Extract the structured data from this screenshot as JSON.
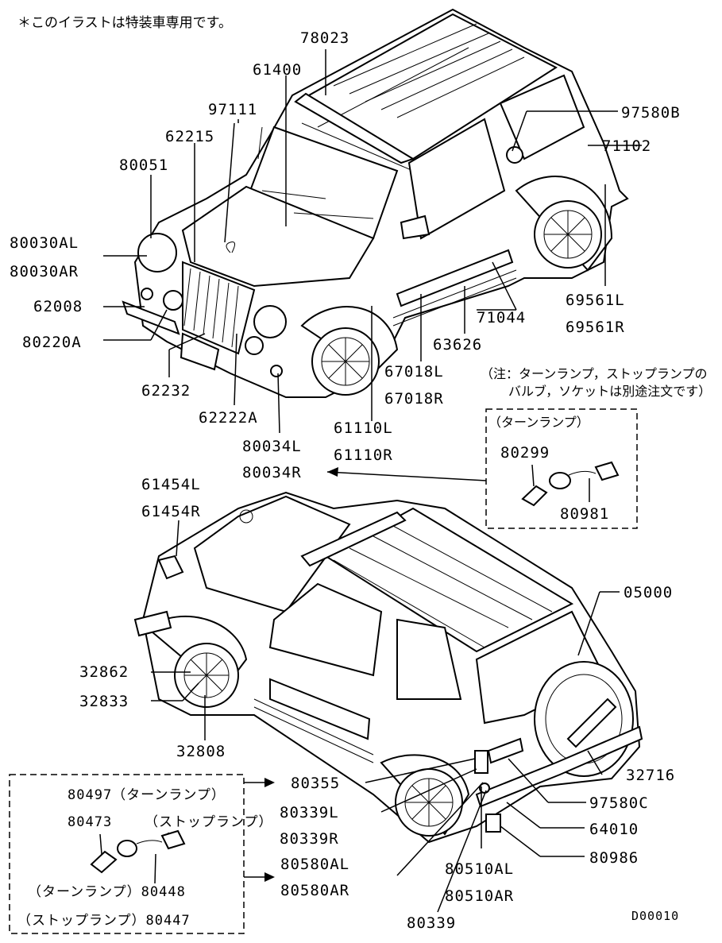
{
  "header_note": "＊このイラストは特装車専用です。",
  "footer_code": "D00010",
  "note_lines": [
    "（注：ターンランプ，ストップランプの",
    "バルブ，ソケットは別途注文です）"
  ],
  "front_labels": {
    "p78023": "78023",
    "p61400": "61400",
    "p97111": "97111",
    "p62215": "62215",
    "p80051": "80051",
    "p80030AL": "80030AL",
    "p80030AR": "80030AR",
    "p62008": "62008",
    "p80220A": "80220A",
    "p62232": "62232",
    "p62222A": "62222A",
    "p80034L": "80034L",
    "p80034R": "80034R",
    "p61110L": "61110L",
    "p61110R": "61110R",
    "p67018L": "67018L",
    "p67018R": "67018R",
    "p63626": "63626",
    "p71044": "71044",
    "p69561L": "69561L",
    "p69561R": "69561R",
    "p71102": "71102",
    "p97580B": "97580B"
  },
  "turn_box": {
    "title": "（ターンランプ）",
    "p80299": "80299",
    "p80981": "80981"
  },
  "rear_labels": {
    "p61454L": "61454L",
    "p61454R": "61454R",
    "p05000": "05000",
    "p32862": "32862",
    "p32833": "32833",
    "p32808": "32808",
    "p80355": "80355",
    "p80339L": "80339L",
    "p80339R": "80339R",
    "p80580AL": "80580AL",
    "p80580AR": "80580AR",
    "p80339": "80339",
    "p80510AL": "80510AL",
    "p80510AR": "80510AR",
    "p32716": "32716",
    "p97580C": "97580C",
    "p64010": "64010",
    "p80986": "80986"
  },
  "rear_box": {
    "l1": "80497（ターンランプ）",
    "l2a": "80473",
    "l2b": "（ストップランプ）",
    "l3": "（ターンランプ）80448",
    "l4": "（ストップランプ）80447"
  }
}
